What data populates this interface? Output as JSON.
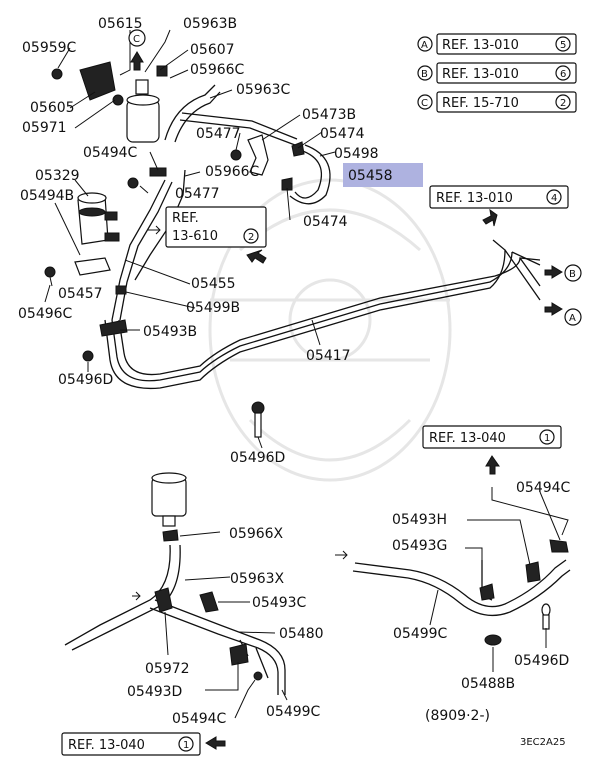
{
  "parts": {
    "p05615": "05615",
    "p05963B": "05963B",
    "p05959C": "05959C",
    "p05607": "05607",
    "p05966C_top": "05966C",
    "p05605": "05605",
    "p05971": "05971",
    "p05963C": "05963C",
    "p05473B": "05473B",
    "p05477_a": "05477",
    "p05474_a": "05474",
    "p05494C_a": "05494C",
    "p05966C_mid": "05966C",
    "p05498": "05498",
    "p05458": "05458",
    "p05329": "05329",
    "p05477_b": "05477",
    "p05494B": "05494B",
    "p05474_b": "05474",
    "p05455": "05455",
    "p05457": "05457",
    "p05499B": "05499B",
    "p05496C": "05496C",
    "p05493B": "05493B",
    "p05417": "05417",
    "p05496D_a": "05496D",
    "p05496D_b": "05496D",
    "p05966X": "05966X",
    "p05963X": "05963X",
    "p05493C": "05493C",
    "p05480": "05480",
    "p05972": "05972",
    "p05493D": "05493D",
    "p05494C_b": "05494C",
    "p05499C_a": "05499C",
    "p05494C_c": "05494C",
    "p05493H": "05493H",
    "p05493G": "05493G",
    "p05499C_b": "05499C",
    "p05496D_c": "05496D",
    "p05488B": "05488B"
  },
  "refs": {
    "refA_letter": "A",
    "refA_text": "REF. 13-010",
    "refA_num": "5",
    "refB_letter": "B",
    "refB_text": "REF. 13-010",
    "refB_num": "6",
    "refC_letter": "C",
    "refC_text": "REF. 15-710",
    "refC_num": "2",
    "ref4_text": "REF. 13-010",
    "ref4_num": "4",
    "ref610_line1": "REF.",
    "ref610_line2": "13-610",
    "ref610_num": "2",
    "ref040a_text": "REF. 13-040",
    "ref040a_num": "1",
    "ref040b_text": "REF. 13-040",
    "ref040b_num": "1"
  },
  "callouts": {
    "c_top": "C",
    "b_right": "B",
    "a_right": "A"
  },
  "footer": {
    "date_code": "(8909·2-)",
    "diagram_code": "3EC2A25"
  },
  "highlight_color": "#aeb2e0"
}
